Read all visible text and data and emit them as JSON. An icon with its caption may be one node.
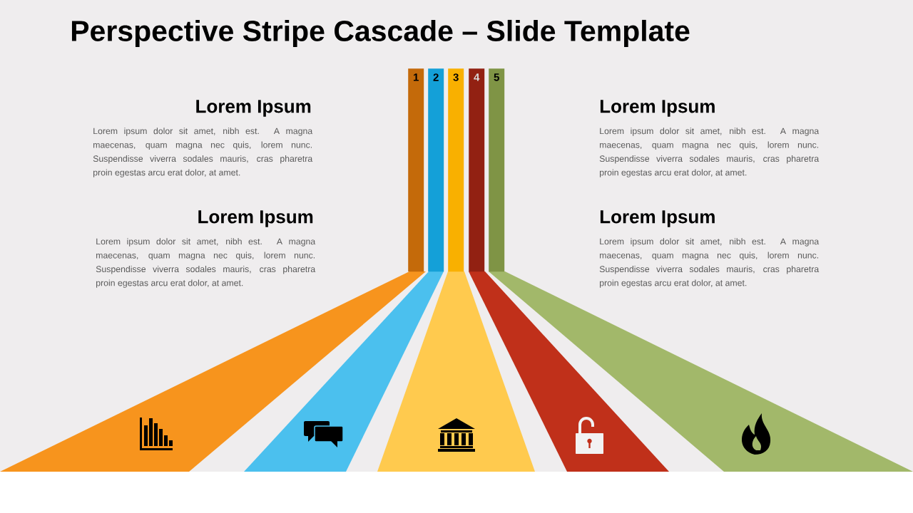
{
  "diagram": {
    "title": "Perspective Stripe Cascade – Slide Template",
    "nodes": [
      {
        "text": [
          "1"
        ]
      },
      {
        "text": [
          "2"
        ]
      },
      {
        "text": [
          "3"
        ]
      },
      {
        "text": [
          "4"
        ]
      },
      {
        "text": [
          "5"
        ]
      }
    ],
    "labels": [
      "Lorem Ipsum",
      "Lorem ipsum dolor sit amet, nibh est. A magna maecenas, quam magna nec quis, lorem nunc. Suspendisse viverra sodales mauris, cras pharetra proin egestas arcu erat dolor, at amet.",
      "Lorem Ipsum",
      "Lorem ipsum dolor sit amet, nibh est. A magna maecenas, quam magna nec quis, lorem nunc. Suspendisse viverra sodales mauris, cras pharetra proin egestas arcu erat dolor, at amet.",
      "Lorem Ipsum",
      "Lorem ipsum dolor sit amet, nibh est. A magna maecenas, quam magna nec quis, lorem nunc. Suspendisse viverra sodales mauris, cras pharetra proin egestas arcu erat dolor, at amet.",
      "Lorem Ipsum",
      "Lorem ipsum dolor sit amet, nibh est. A magna maecenas, quam magna nec quis, lorem nunc. Suspendisse viverra sodales mauris, cras pharetra proin egestas arcu erat dolor, at amet."
    ]
  }
}
